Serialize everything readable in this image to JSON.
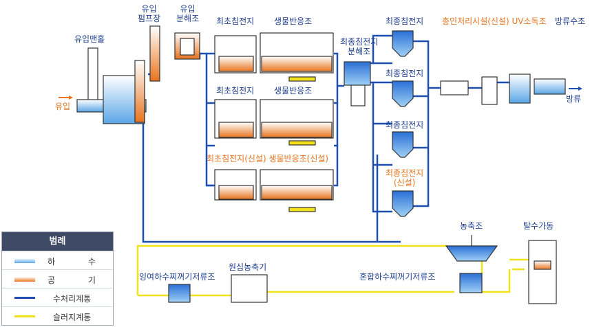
{
  "labels": {
    "inflow_manhole": "유입맨홀",
    "inflow_pump": "유입\n펌프장",
    "inflow_distribution": "유입\n분해조",
    "primary_clarifier_1": "최초침전지",
    "bioreactor_1": "생물반응조",
    "final_distribution": "최종침전지\n분해조",
    "final_clarifier_1": "최종침전지",
    "phosphorus_facility": "총인처리시설(신설) UV소독조",
    "discharge_tank": "방류수조",
    "primary_clarifier_2": "최초침전지",
    "bioreactor_2": "생물반응조",
    "final_clarifier_2": "최종침전지",
    "final_clarifier_3": "최종침전지",
    "primary_clarifier_new": "최초침전지(신설) 생물반응조(신설)",
    "final_clarifier_new": "최종침전지\n(신설)",
    "inflow": "유입",
    "discharge": "방류",
    "thickener": "농축조",
    "dewatering": "탈수가동",
    "excess_sludge_filter": "잉여하수찌꺼기저류조",
    "centrifugal_thickener": "원심농축기",
    "mixed_sludge_filter": "혼합하수찌꺼기저류조"
  },
  "legend": {
    "title": "범례",
    "items": [
      {
        "label": "하 수",
        "color": "#5aa6e6"
      },
      {
        "label": "공 기",
        "color": "#e8741e"
      },
      {
        "label": "수처리계통",
        "color": "#1c4fb0"
      },
      {
        "label": "슬러지계통",
        "color": "#f2e21c"
      }
    ]
  },
  "colors": {
    "water_line": "#1c4fb0",
    "sludge_line": "#f2e21c",
    "label_blue": "#1f3f8f",
    "label_orange": "#e8741e"
  }
}
